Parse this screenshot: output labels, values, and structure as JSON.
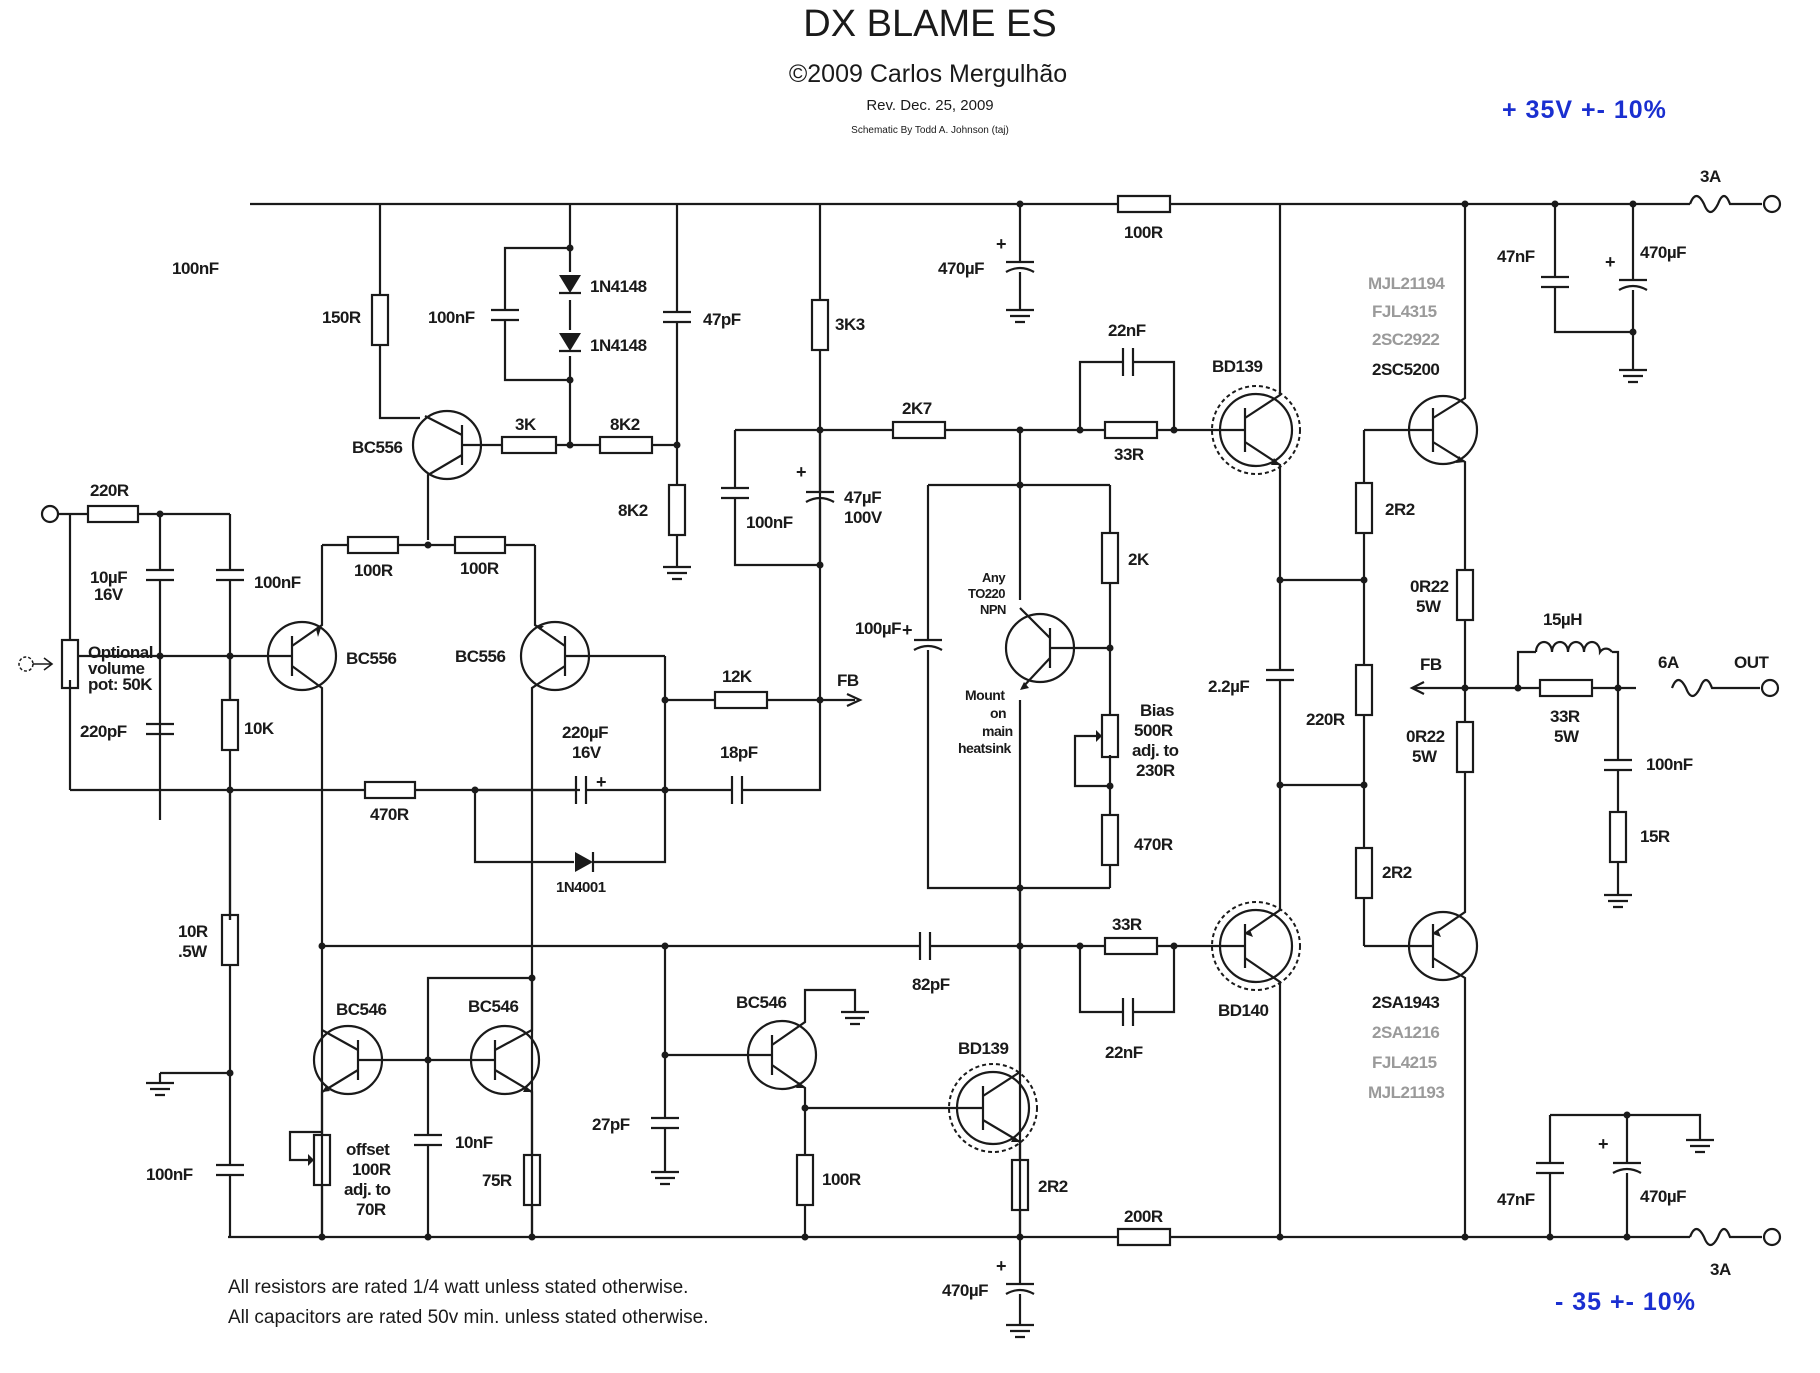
{
  "header": {
    "title": "DX BLAME ES",
    "copyright": "©2009 Carlos Mergulhão",
    "revision": "Rev. Dec. 25, 2009",
    "credit": "Schematic By Todd A. Johnson (taj)"
  },
  "supply": {
    "positive": "+ 35V +- 10%",
    "negative": "- 35 +- 10%"
  },
  "notes": [
    "All resistors are rated 1/4 watt unless stated otherwise.",
    "All capacitors are rated 50v min. unless stated otherwise."
  ],
  "components": {
    "r220": "220R",
    "c10u": [
      "10µF",
      "16V"
    ],
    "c100n_in": "100nF",
    "pot": [
      "Optional",
      "volume",
      "pot: 50K"
    ],
    "c220p": "220pF",
    "r10k": "10K",
    "r10r": [
      "10R",
      ".5W"
    ],
    "c100n_bot": "100nF",
    "c100n_tl": "100nF",
    "r150": "150R",
    "c100n_d": "100nF",
    "d1": "1N4148",
    "d2": "1N4148",
    "c47p": "47pF",
    "q_bc556_top": "BC556",
    "r3k": "3K",
    "r8k2a": "8K2",
    "r8k2b": "8K2",
    "r3k3": "3K3",
    "c470u_top": "470µF",
    "r100_top": "100R",
    "c100n_fb": "100nF",
    "c47u": [
      "47µF",
      "100V"
    ],
    "r2k7": "2K7",
    "c22n_top": "22nF",
    "r33_top": "33R",
    "q_bd139_top": "BD139",
    "r100a": "100R",
    "r100b": "100R",
    "q_bc556_l": "BC556",
    "q_bc556_r": "BC556",
    "r12k": "12K",
    "fb_left": "FB",
    "c100u": "100µF",
    "vbe": [
      "Any",
      "TO220",
      "NPN"
    ],
    "mount": [
      "Mount",
      "on",
      "main",
      "heatsink"
    ],
    "r2k": "2K",
    "bias": [
      "Bias",
      "500R",
      "adj. to",
      "230R"
    ],
    "r470_bias": "470R",
    "c220u": [
      "220µF",
      "16V"
    ],
    "c18p": "18pF",
    "r470": "470R",
    "d3": "1N4001",
    "c2u2": "2.2µF",
    "r220_mid": "220R",
    "r2r2_top": "2R2",
    "r2r2_bot": "2R2",
    "q_npn_out": [
      "MJL21194",
      "FJL4315",
      "2SC2922",
      "2SC5200"
    ],
    "q_pnp_out": [
      "2SA1943",
      "2SA1216",
      "FJL4215",
      "MJL21193"
    ],
    "r0r22a": [
      "0R22",
      "5W"
    ],
    "r0r22b": [
      "0R22",
      "5W"
    ],
    "c47n_top": "47nF",
    "c470u_tr": "470µF",
    "fuse_top": "3A",
    "fb_right": "FB",
    "l15u": "15µH",
    "r33_out": [
      "33R",
      "5W"
    ],
    "fuse_out": "6A",
    "out": "OUT",
    "c100n_zob": "100nF",
    "r15": "15R",
    "r33_bot": "33R",
    "c82p": "82pF",
    "q_bd140": "BD140",
    "c22n_bot": "22nF",
    "q_bc546_a": "BC546",
    "q_bc546_b": "BC546",
    "q_bc546_c": "BC546",
    "offset": [
      "offset",
      "100R",
      "adj. to",
      "70R"
    ],
    "c10n": "10nF",
    "r75": "75R",
    "c27p": "27pF",
    "r100_vas": "100R",
    "q_bd139_bot": "BD139",
    "r2r2_vas": "2R2",
    "r200": "200R",
    "c470u_bot": "470µF",
    "c47n_bot": "47nF",
    "c470u_br": "470µF",
    "fuse_bot": "3A"
  }
}
